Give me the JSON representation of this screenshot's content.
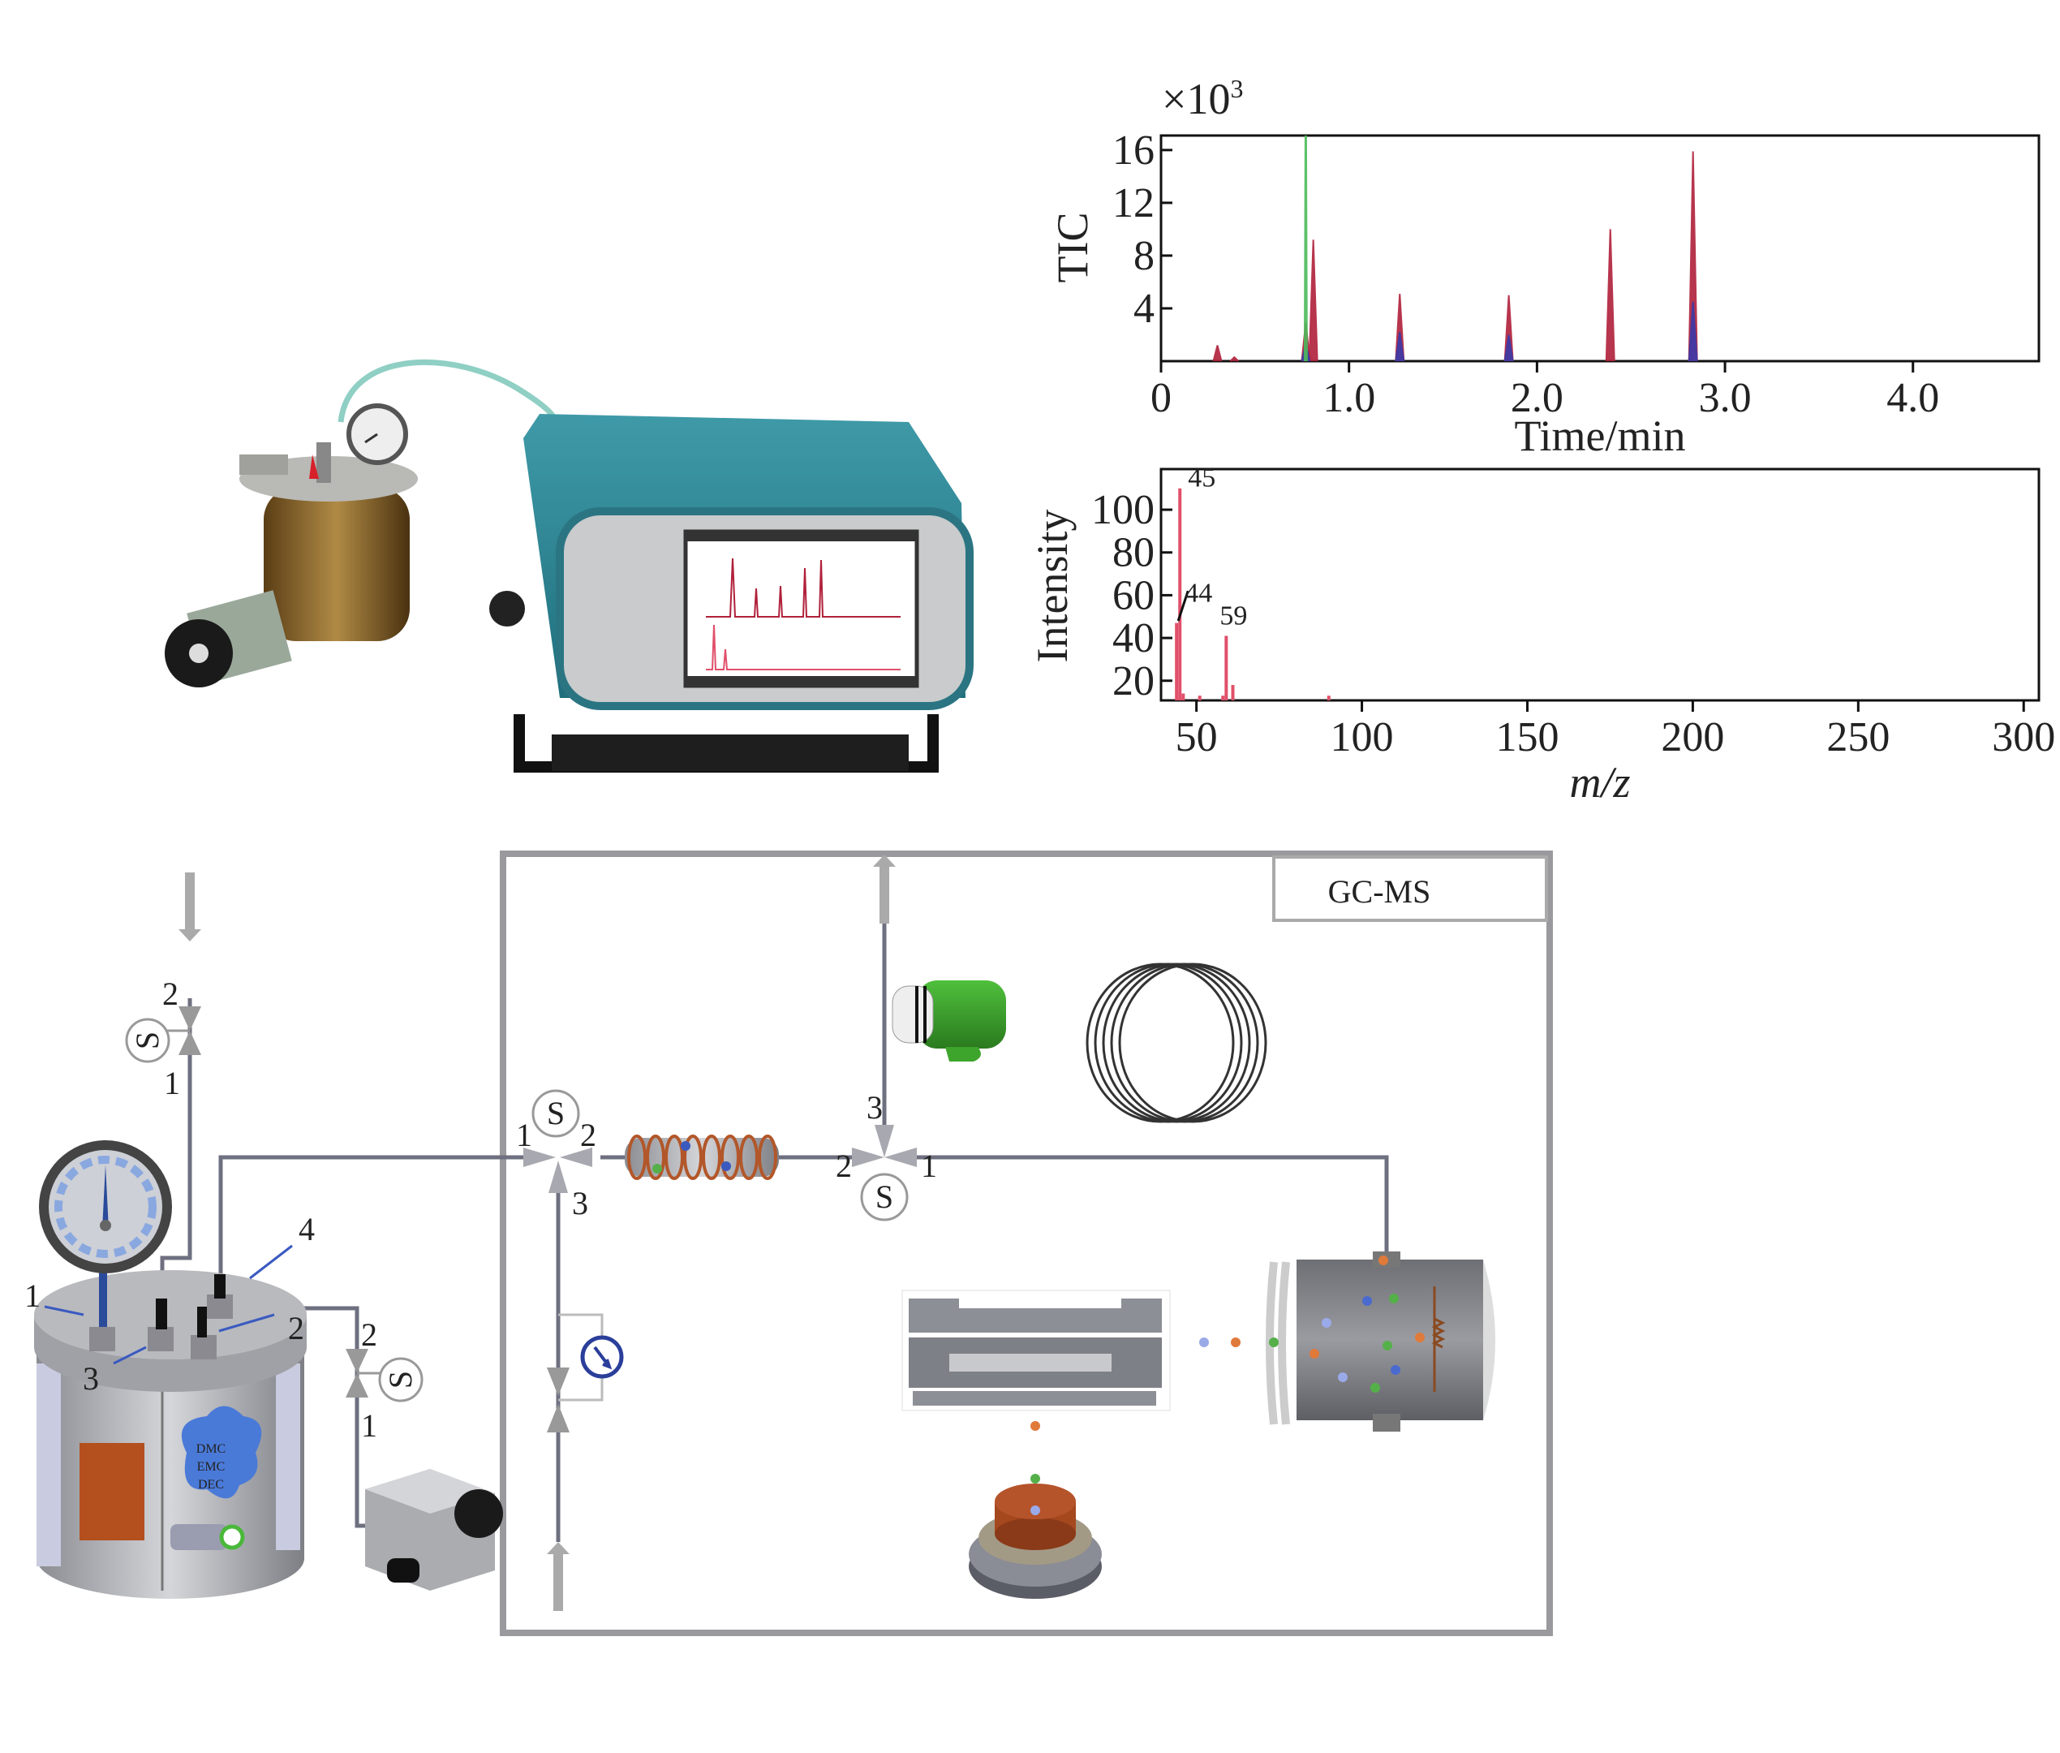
{
  "chart_data": [
    {
      "type": "line",
      "title": "",
      "multiplier_label": "×10",
      "multiplier_exp": "3",
      "xlabel": "Time/min",
      "ylabel": "TIC",
      "xlim": [
        0,
        4.67
      ],
      "ylim": [
        0,
        17.1
      ],
      "xticks": [
        {
          "v": 0,
          "label": "0"
        },
        {
          "v": 1,
          "label": "1.0"
        },
        {
          "v": 2,
          "label": "2.0"
        },
        {
          "v": 3,
          "label": "3.0"
        },
        {
          "v": 4,
          "label": "4.0"
        }
      ],
      "yticks": [
        {
          "v": 4,
          "label": "4"
        },
        {
          "v": 8,
          "label": "8"
        },
        {
          "v": 12,
          "label": "12"
        },
        {
          "v": 16,
          "label": "16"
        }
      ],
      "series": [
        {
          "name": "red",
          "color": "#b0203a",
          "peaks": [
            [
              0.3,
              1.2
            ],
            [
              0.39,
              0.3
            ],
            [
              0.77,
              2.9
            ],
            [
              0.81,
              9.2
            ],
            [
              1.27,
              5.1
            ],
            [
              1.85,
              5.0
            ],
            [
              2.39,
              10.0
            ],
            [
              2.83,
              15.9
            ]
          ]
        },
        {
          "name": "blue",
          "color": "#3a3aa8",
          "peaks": [
            [
              0.77,
              1.3
            ],
            [
              1.27,
              2.2
            ],
            [
              1.85,
              2.0
            ],
            [
              2.83,
              4.5
            ]
          ]
        },
        {
          "name": "green",
          "color": "#4cbb5a",
          "peaks": [
            [
              0.77,
              17.1
            ]
          ]
        }
      ]
    },
    {
      "type": "bar",
      "xlabel": "m/z",
      "ylabel": "Intensity",
      "xlim": [
        39.3,
        304.6
      ],
      "ylim": [
        10.8,
        119
      ],
      "xticks": [
        {
          "v": 50,
          "label": "50"
        },
        {
          "v": 100,
          "label": "100"
        },
        {
          "v": 150,
          "label": "150"
        },
        {
          "v": 200,
          "label": "200"
        },
        {
          "v": 250,
          "label": "250"
        },
        {
          "v": 300,
          "label": "300"
        }
      ],
      "yticks": [
        {
          "v": 20,
          "label": "20"
        },
        {
          "v": 40,
          "label": "40"
        },
        {
          "v": 60,
          "label": "60"
        },
        {
          "v": 80,
          "label": "80"
        },
        {
          "v": 100,
          "label": "100"
        }
      ],
      "color": "#e0506a",
      "bars": [
        [
          44,
          47
        ],
        [
          45,
          110
        ],
        [
          46,
          14
        ],
        [
          51,
          13
        ],
        [
          58,
          13
        ],
        [
          59,
          41
        ],
        [
          61,
          18
        ],
        [
          90,
          13
        ]
      ],
      "annotations": [
        {
          "mz": 45,
          "label": "45"
        },
        {
          "mz": 44,
          "label": "44"
        },
        {
          "mz": 59,
          "label": "59"
        }
      ]
    }
  ],
  "diagram": {
    "gcms_label": "GC-MS",
    "valve_label": "S",
    "ports": {
      "one": "1",
      "two": "2",
      "three": "3",
      "four": "4"
    },
    "solvents": [
      "DMC",
      "EMC",
      "DEC"
    ]
  }
}
